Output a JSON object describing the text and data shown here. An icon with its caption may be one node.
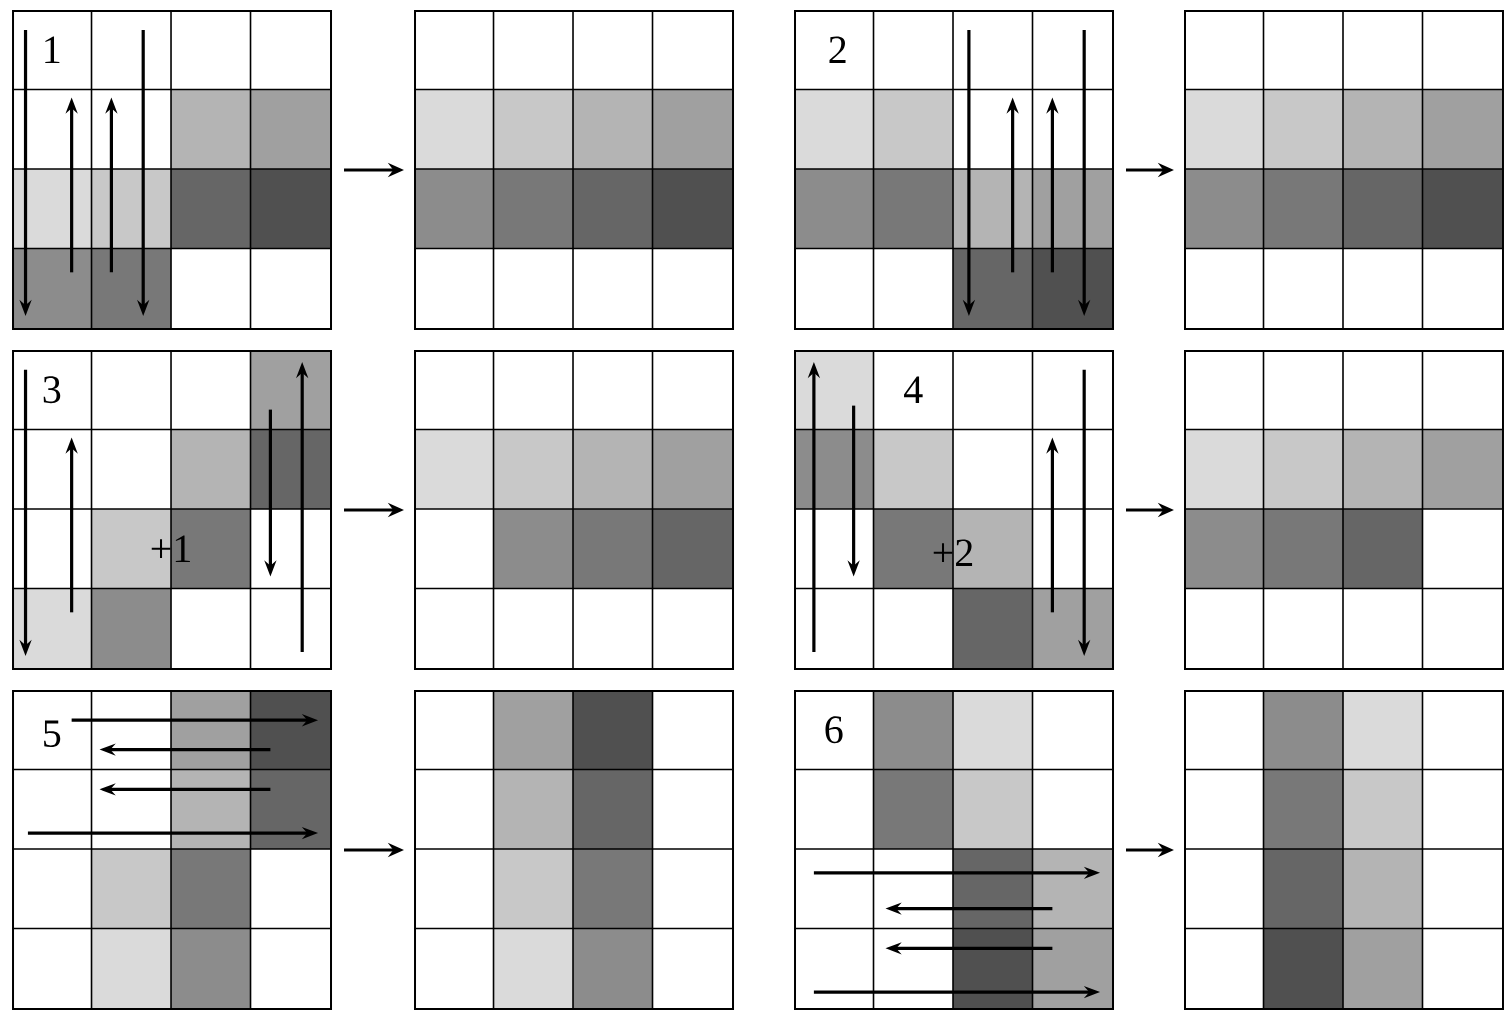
{
  "diagram": {
    "nodes": [
      {
        "text": [
          "1"
        ]
      },
      {
        "text": [],
        "shape": "box"
      },
      {
        "text": [
          "2"
        ]
      },
      {
        "text": [],
        "shape": "box"
      },
      {
        "text": [
          "3",
          "+1"
        ]
      },
      {
        "text": [],
        "shape": "box"
      },
      {
        "text": [
          "4",
          "+2"
        ]
      },
      {
        "text": [],
        "shape": "box"
      },
      {
        "text": [
          "5"
        ]
      },
      {
        "text": [],
        "shape": "box"
      },
      {
        "text": [
          "6"
        ]
      },
      {
        "text": [],
        "shape": "box"
      }
    ],
    "edges": [
      {
        "from": 0,
        "to": 1,
        "arrow": "to"
      },
      {
        "from": 2,
        "to": 3,
        "arrow": "to"
      },
      {
        "from": 4,
        "to": 5,
        "arrow": "to"
      },
      {
        "from": 6,
        "to": 7,
        "arrow": "to"
      },
      {
        "from": 8,
        "to": 9,
        "arrow": "to"
      },
      {
        "from": 10,
        "to": 11,
        "arrow": "to"
      }
    ]
  }
}
